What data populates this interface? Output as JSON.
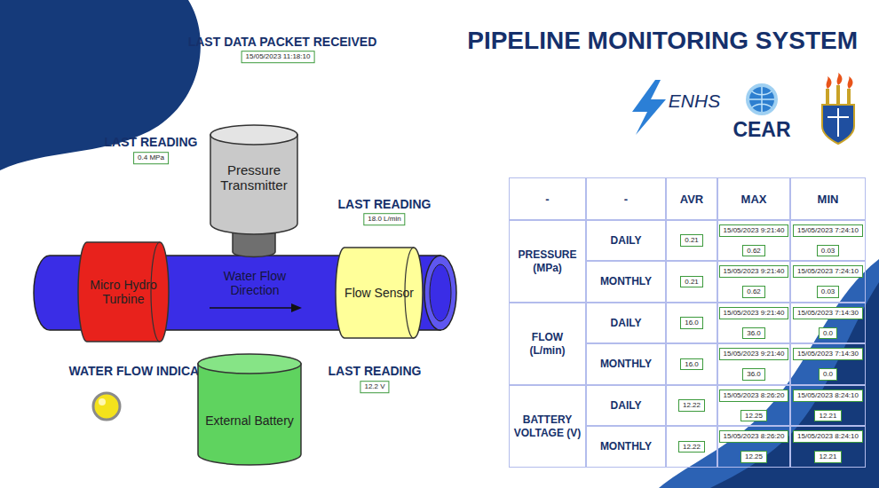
{
  "diagram": {
    "title": "PIPELINE MONITORING SYSTEM",
    "nodes": [
      {
        "text": [
          "Pressure Transmitter"
        ]
      },
      {
        "text": [
          "Micro Hydro Turbine"
        ]
      },
      {
        "text": [
          "Water Flow Direction"
        ]
      },
      {
        "text": [
          "Flow Sensor"
        ]
      },
      {
        "text": [
          "External Battery"
        ]
      }
    ],
    "labels": [
      "LAST DATA PACKET RECEIVED",
      "15/05/2023 11:18:10",
      "LAST READING",
      "0.4 MPa",
      "LAST READING",
      "18.0 L/min",
      "WATER FLOW INDICATOR",
      "LAST READING",
      "12.2 V",
      "ENHS",
      "CEAR",
      "-",
      "-",
      "AVR",
      "MAX",
      "MIN",
      "PRESSURE (MPa)",
      "DAILY",
      "0.21",
      "15/05/2023 9:21:40",
      "0.62",
      "15/05/2023 7:24:10",
      "0.03",
      "MONTHLY",
      "0.21",
      "15/05/2023 9:21:40",
      "0.62",
      "15/05/2023 7:24:10",
      "0.03",
      "FLOW (L/min)",
      "DAILY",
      "16.0",
      "15/05/2023 9:21:40",
      "36.0",
      "15/05/2023 7:14:30",
      "0.0",
      "MONTHLY",
      "16.0",
      "15/05/2023 9:21:40",
      "36.0",
      "15/05/2023 7:14:30",
      "0.0",
      "BATTERY VOLTAGE (V)",
      "DAILY",
      "12.22",
      "15/05/2023 8:26:20",
      "12.25",
      "15/05/2023 8:24:10",
      "12.21",
      "MONTHLY",
      "12.22",
      "15/05/2023 8:26:20",
      "12.25",
      "15/05/2023 8:24:10",
      "12.21"
    ]
  }
}
